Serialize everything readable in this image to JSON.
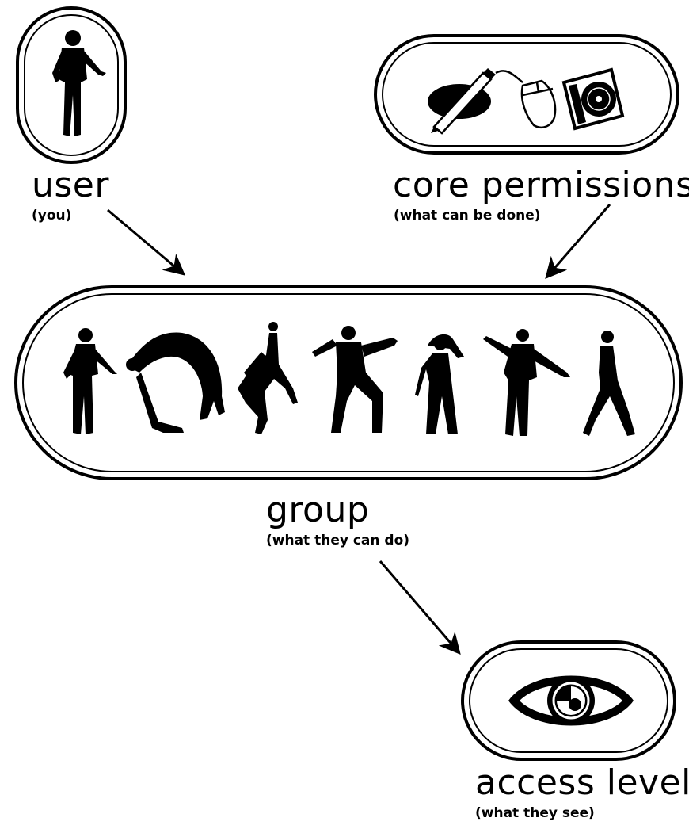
{
  "nodes": {
    "user": {
      "label": "user",
      "sublabel": "(you)",
      "icon": "person-silhouette-icon"
    },
    "core_permissions": {
      "label": "core permissions",
      "sublabel": "(what can be done)",
      "icons": [
        "pencil-icon",
        "mouse-icon",
        "cd-case-icon"
      ]
    },
    "group": {
      "label": "group",
      "sublabel": "(what they can do)",
      "icons": [
        "person-standing-icon",
        "person-backbend-icon",
        "person-crouch-icon",
        "person-dancing-icon",
        "person-hair-toss-icon",
        "person-arms-out-icon",
        "person-walking-icon"
      ]
    },
    "access_level": {
      "label": "access level",
      "sublabel": "(what they see)",
      "icon": "eye-icon"
    }
  },
  "colors": {
    "ink": "#000000",
    "background": "#ffffff"
  }
}
